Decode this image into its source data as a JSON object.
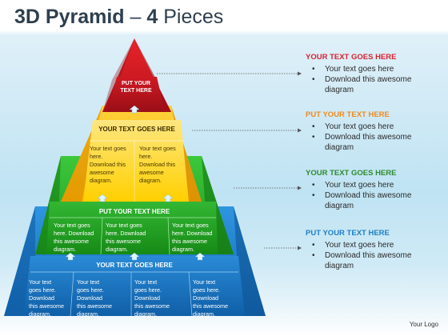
{
  "title": {
    "bold": "3D Pyramid",
    "dash": "–",
    "num": "4",
    "rest": "Pieces"
  },
  "pyramid": {
    "tip_label": [
      "PUT YOUR",
      "TEXT HERE"
    ],
    "tiers": [
      {
        "header": "YOUR TEXT GOES HERE",
        "cells": [
          [
            "Your text goes",
            "here.",
            "Download this",
            "awesome",
            "diagram."
          ],
          [
            "Your text goes",
            "here.",
            "Download this",
            "awesome",
            "diagram."
          ]
        ]
      },
      {
        "header": "PUT YOUR TEXT HERE",
        "cells": [
          [
            "Your text goes",
            "here. Download",
            "this awesome",
            "diagram."
          ],
          [
            "Your text goes",
            "here. Download",
            "this awesome",
            "diagram."
          ],
          [
            "Your text goes",
            "here. Download",
            "this awesome",
            "diagram."
          ]
        ]
      },
      {
        "header": "YOUR TEXT GOES HERE",
        "cells": [
          [
            "Your text",
            "goes here.",
            "Download",
            "this awesome",
            "diagram."
          ],
          [
            "Your text",
            "goes here.",
            "Download",
            "this awesome",
            "diagram."
          ],
          [
            "Your text",
            "goes here.",
            "Download",
            "this awesome",
            "diagram."
          ],
          [
            "Your text",
            "goes here.",
            "Download",
            "this awesome",
            "diagram."
          ]
        ]
      }
    ]
  },
  "callouts": [
    {
      "head": "YOUR TEXT GOES HERE",
      "color": "#d92231",
      "bullets": [
        "Your text goes here",
        "Download this awesome diagram"
      ]
    },
    {
      "head": "PUT YOUR TEXT HERE",
      "color": "#f08a1c",
      "bullets": [
        "Your text goes here",
        "Download this awesome diagram"
      ]
    },
    {
      "head": "YOUR TEXT GOES HERE",
      "color": "#2e8b2e",
      "bullets": [
        "Your text goes here",
        "Download this awesome diagram"
      ]
    },
    {
      "head": "PUT YOUR TEXT HERE",
      "color": "#1e7fc6",
      "bullets": [
        "Your text goes here",
        "Download this awesome diagram"
      ]
    }
  ],
  "colors": {
    "red": "#d8232e",
    "yellow": "#f7b400",
    "green": "#2aa52a",
    "blue": "#1b7fcf"
  },
  "logo": "Your Logo"
}
